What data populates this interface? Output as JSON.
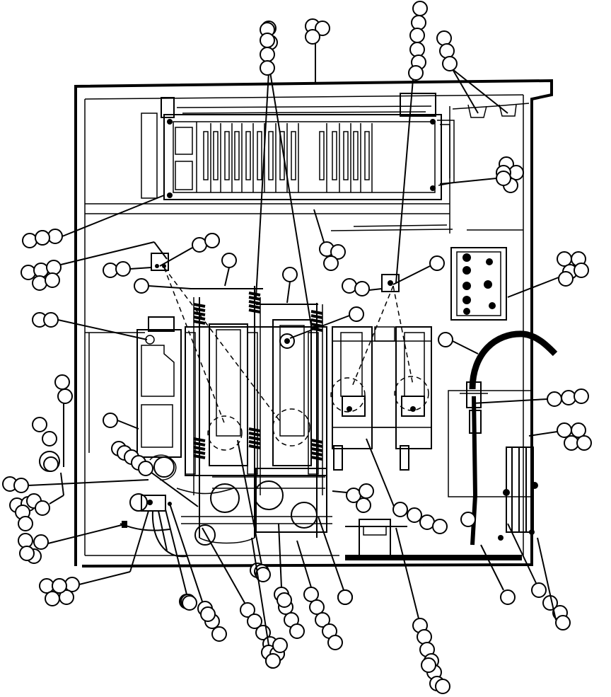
{
  "figure": {
    "colors": {
      "ink": "#000000",
      "paper": "#ffffff"
    },
    "callouts": [
      {
        "id": "c01",
        "balloons": 2
      },
      {
        "id": "c02",
        "balloons": 4
      },
      {
        "id": "c03",
        "balloons": 3
      },
      {
        "id": "c04",
        "balloons": 6
      },
      {
        "id": "c05",
        "balloons": 3
      },
      {
        "id": "c06",
        "balloons": 5
      },
      {
        "id": "c07",
        "balloons": 4
      },
      {
        "id": "c08",
        "balloons": 3
      },
      {
        "id": "c09",
        "balloons": 5
      },
      {
        "id": "c10",
        "balloons": 2
      },
      {
        "id": "c11",
        "balloons": 1
      },
      {
        "id": "c12",
        "balloons": 1
      },
      {
        "id": "c13",
        "balloons": 1
      },
      {
        "id": "c14",
        "balloons": 3
      },
      {
        "id": "c15",
        "balloons": 2
      },
      {
        "id": "c16",
        "balloons": 1
      },
      {
        "id": "c17",
        "balloons": 2
      },
      {
        "id": "c18",
        "balloons": 1
      },
      {
        "id": "c19",
        "balloons": 5
      },
      {
        "id": "c20",
        "balloons": 2
      },
      {
        "id": "c21",
        "balloons": 1
      },
      {
        "id": "c22",
        "balloons": 1
      },
      {
        "id": "c23",
        "balloons": 3
      },
      {
        "id": "c24",
        "balloons": 4
      },
      {
        "id": "c25",
        "balloons": 3
      },
      {
        "id": "c26",
        "balloons": 5
      },
      {
        "id": "c27",
        "balloons": 4
      },
      {
        "id": "c28",
        "balloons": 4
      },
      {
        "id": "c29",
        "balloons": 3
      },
      {
        "id": "c30",
        "balloons": 4
      },
      {
        "id": "c31",
        "balloons": 1
      },
      {
        "id": "c32",
        "balloons": 4
      },
      {
        "id": "c33",
        "balloons": 6
      },
      {
        "id": "c34",
        "balloons": 4
      },
      {
        "id": "c35",
        "balloons": 5
      },
      {
        "id": "c36",
        "balloons": 5
      },
      {
        "id": "c37",
        "balloons": 4
      },
      {
        "id": "c38",
        "balloons": 4
      },
      {
        "id": "c39",
        "balloons": 3
      },
      {
        "id": "c40",
        "balloons": 3
      },
      {
        "id": "c41",
        "balloons": 1
      },
      {
        "id": "c42",
        "balloons": 3
      },
      {
        "id": "c43",
        "balloons": 1
      },
      {
        "id": "c44",
        "balloons": 8
      },
      {
        "id": "c45",
        "balloons": 1
      },
      {
        "id": "c46",
        "balloons": 5
      }
    ]
  }
}
